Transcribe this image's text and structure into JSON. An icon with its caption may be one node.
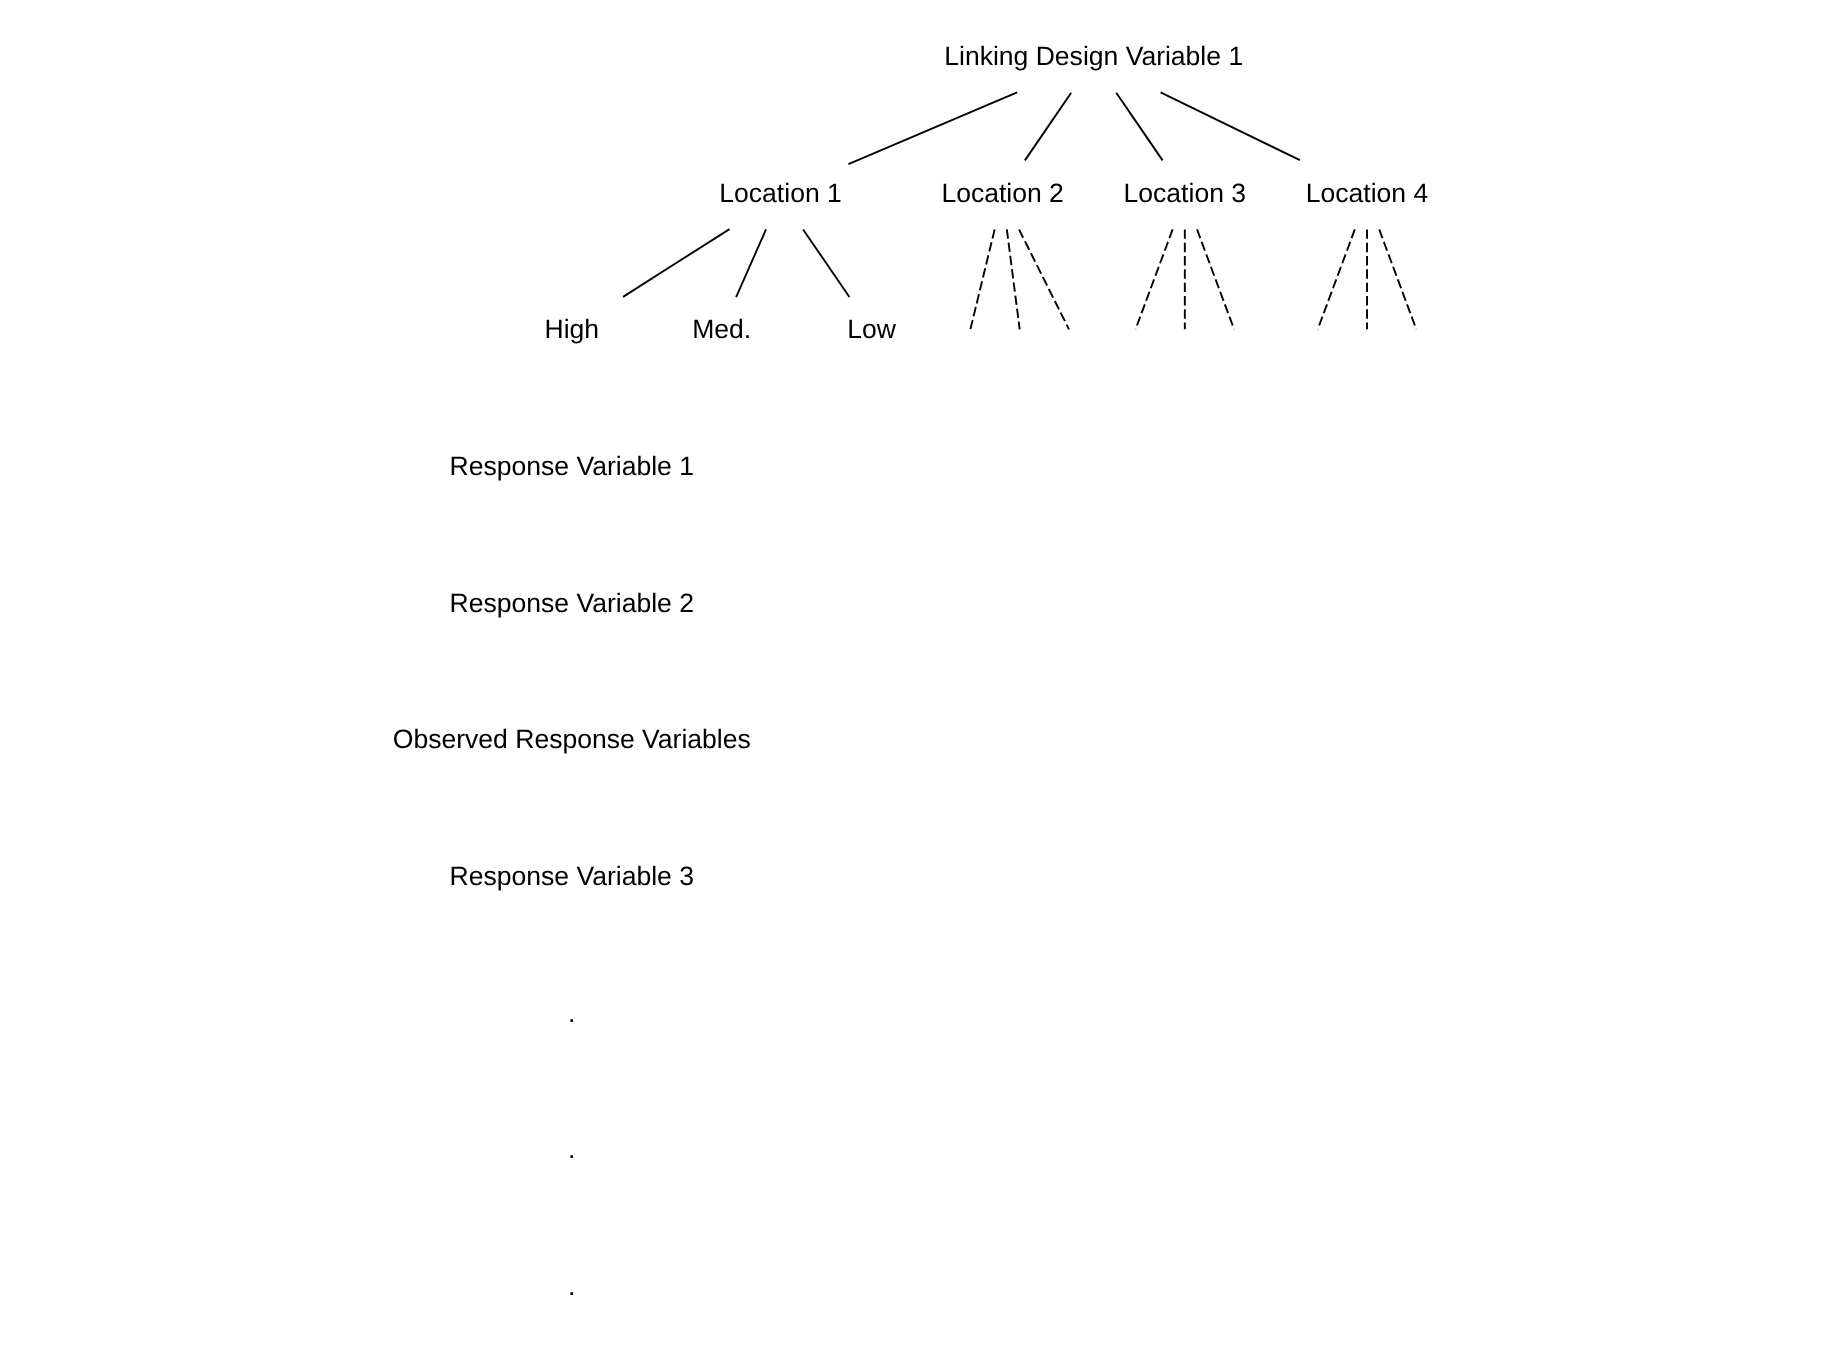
{
  "diagram": {
    "nodes": [
      {
        "text": [
          "Linking Design Variable 1"
        ]
      },
      {
        "text": [
          "Location 1"
        ]
      },
      {
        "text": [
          "Location 2"
        ]
      },
      {
        "text": [
          "Location 3"
        ]
      },
      {
        "text": [
          "Location 4"
        ]
      },
      {
        "text": [
          "High"
        ]
      },
      {
        "text": [
          "Med."
        ]
      },
      {
        "text": [
          "Low"
        ]
      }
    ],
    "edges": [
      {
        "from": 0,
        "to": 1,
        "arrow": "none"
      },
      {
        "from": 0,
        "to": 2,
        "arrow": "none"
      },
      {
        "from": 0,
        "to": 3,
        "arrow": "none"
      },
      {
        "from": 0,
        "to": 4,
        "arrow": "none"
      },
      {
        "from": 1,
        "to": 5,
        "arrow": "none"
      },
      {
        "from": 1,
        "to": 6,
        "arrow": "none"
      },
      {
        "from": 1,
        "to": 7,
        "arrow": "none"
      },
      {
        "from": 2,
        "to": null,
        "arrow": "none",
        "style": "dashed"
      },
      {
        "from": 2,
        "to": null,
        "arrow": "none",
        "style": "dashed"
      },
      {
        "from": 2,
        "to": null,
        "arrow": "none",
        "style": "dashed"
      },
      {
        "from": 3,
        "to": null,
        "arrow": "none",
        "style": "dashed"
      },
      {
        "from": 3,
        "to": null,
        "arrow": "none",
        "style": "dashed"
      },
      {
        "from": 3,
        "to": null,
        "arrow": "none",
        "style": "dashed"
      },
      {
        "from": 4,
        "to": null,
        "arrow": "none",
        "style": "dashed"
      },
      {
        "from": 4,
        "to": null,
        "arrow": "none",
        "style": "dashed"
      },
      {
        "from": 4,
        "to": null,
        "arrow": "none",
        "style": "dashed"
      }
    ],
    "labels": [
      "Response Variable 1",
      "Response Variable 2",
      "Observed Response Variables",
      "Response Variable 3",
      ".",
      ".",
      "."
    ]
  }
}
